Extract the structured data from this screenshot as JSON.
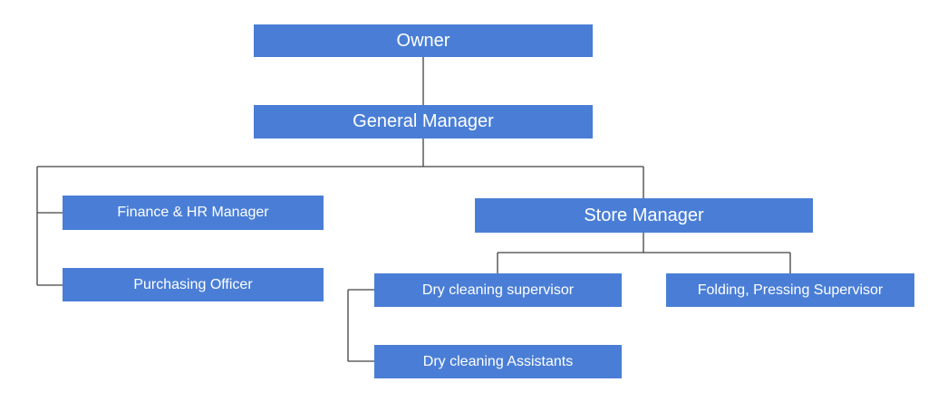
{
  "org_chart": {
    "nodes": {
      "owner": "Owner",
      "general_manager": "General Manager",
      "finance_hr_manager": "Finance & HR Manager",
      "purchasing_officer": "Purchasing Officer",
      "store_manager": "Store Manager",
      "dry_cleaning_supervisor": "Dry cleaning supervisor",
      "dry_cleaning_assistants": "Dry cleaning Assistants",
      "folding_pressing_supervisor": "Folding, Pressing Supervisor"
    },
    "colors": {
      "box": "#4a7ed6",
      "text": "#ffffff",
      "connector": "#404040"
    }
  }
}
